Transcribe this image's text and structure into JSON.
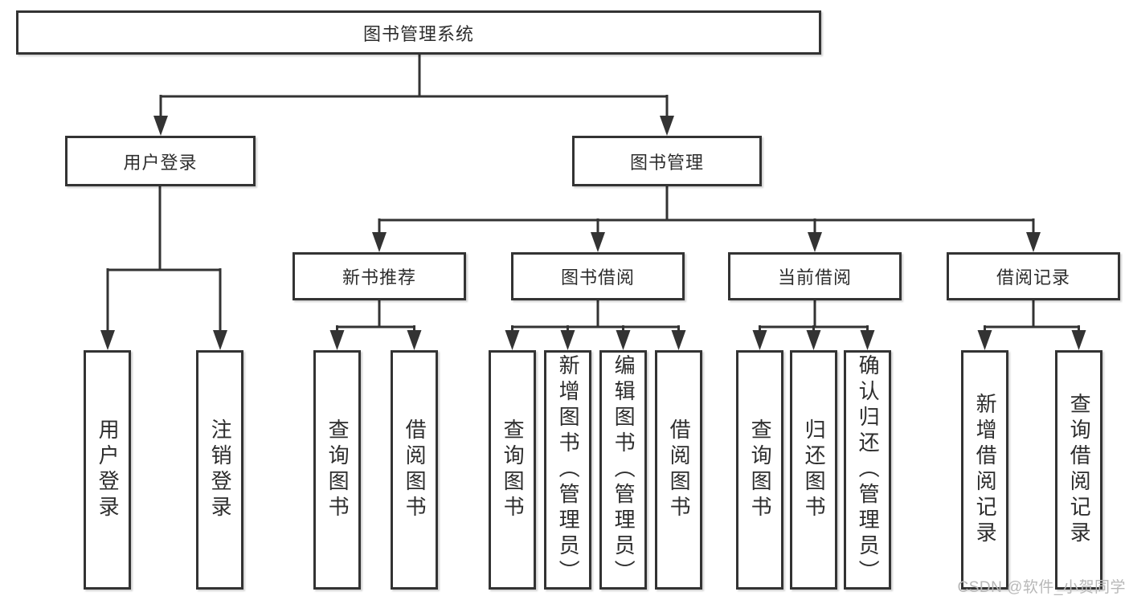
{
  "colors": {
    "line": "#333333",
    "text": "#2d2d2d",
    "background": "#ffffff",
    "watermark": "#b8b8b8"
  },
  "diagram": {
    "root": {
      "label": "图书管理系统"
    },
    "branches": [
      {
        "label": "用户登录",
        "children": [
          "用户登录",
          "注销登录"
        ]
      },
      {
        "label": "图书管理",
        "children": [
          {
            "label": "新书推荐",
            "children": [
              "查询图书",
              "借阅图书"
            ]
          },
          {
            "label": "图书借阅",
            "children": [
              "查询图书",
              "新增图书（管理员）",
              "编辑图书（管理员）",
              "借阅图书"
            ]
          },
          {
            "label": "当前借阅",
            "children": [
              "查询图书",
              "归还图书",
              "确认归还（管理员）"
            ]
          },
          {
            "label": "借阅记录",
            "children": [
              "新增借阅记录",
              "查询借阅记录"
            ]
          }
        ]
      }
    ]
  },
  "watermark": {
    "text": "CSDN @软件_小贺同学"
  }
}
